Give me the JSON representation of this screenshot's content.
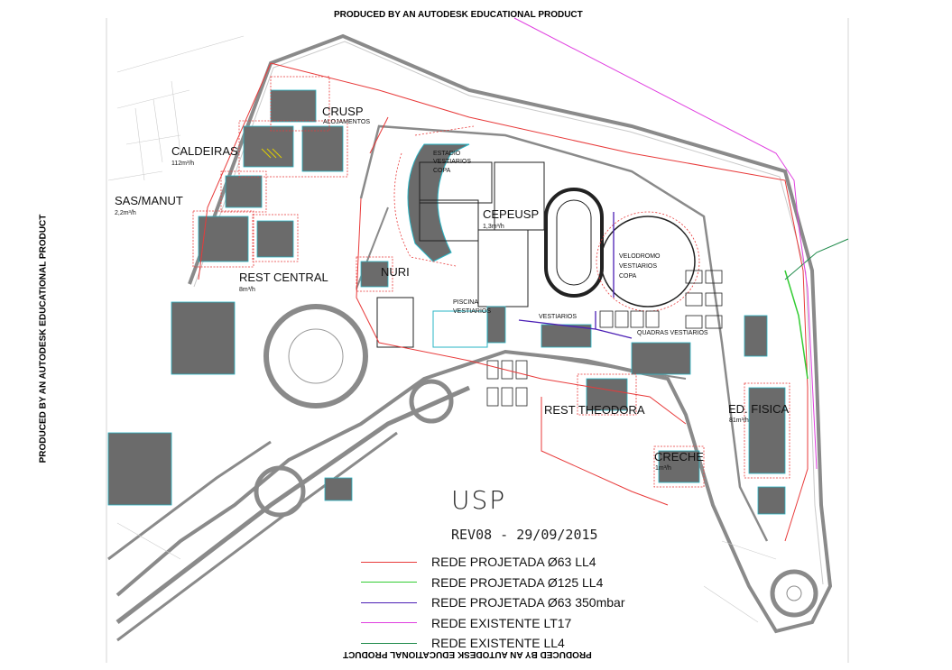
{
  "watermark": "PRODUCED BY AN AUTODESK EDUCATIONAL PRODUCT",
  "title": "USP",
  "revision": "REV08 - 29/09/2015",
  "colors": {
    "red": "#e83a3a",
    "green": "#33cc33",
    "purple": "#4b1fb5",
    "magenta": "#e040e0",
    "dark_green": "#1e8a4a",
    "building": "#6b6b6b",
    "road": "#8a8a8a",
    "cyan": "#27b4c4"
  },
  "labels": {
    "crusp": "CRUSP",
    "alojamentos": "ALOJAMENTOS",
    "caldeiras": "CALDEIRAS",
    "caldeiras_flow": "112m³/h",
    "sas_manut": "SAS/MANUT",
    "sas_flow": "2,2m³/h",
    "rest_central": "REST CENTRAL",
    "rest_central_flow": "8m³/h",
    "nuri": "NURI",
    "estadio_1": "ESTADIO",
    "estadio_2": "VESTIARIOS",
    "estadio_3": "COPA",
    "cepeusp": "CEPEUSP",
    "cepeusp_flow": "1,3m³/h",
    "velodromo_1": "VELODROMO",
    "velodromo_2": "VESTIARIOS",
    "velodromo_3": "COPA",
    "piscina_1": "PISCINA",
    "piscina_2": "VESTIARIOS",
    "vestiarios": "VESTIARIOS",
    "quadras": "QUADRAS VESTIARIOS",
    "rest_theodora": "REST THEODORA",
    "ed_fisica": "ED. FISICA",
    "ed_fisica_flow": "81m³/h",
    "creche": "CRECHE",
    "creche_flow": "1m³/h"
  },
  "legend": [
    {
      "label": "REDE PROJETADA Ø63 LL4",
      "color": "#e83a3a"
    },
    {
      "label": "REDE PROJETADA Ø125 LL4",
      "color": "#33cc33"
    },
    {
      "label": "REDE PROJETADA Ø63 350mbar",
      "color": "#4b1fb5"
    },
    {
      "label": "REDE EXISTENTE LT17",
      "color": "#e040e0"
    },
    {
      "label": "REDE EXISTENTE LL4",
      "color": "#1e8a4a"
    }
  ]
}
